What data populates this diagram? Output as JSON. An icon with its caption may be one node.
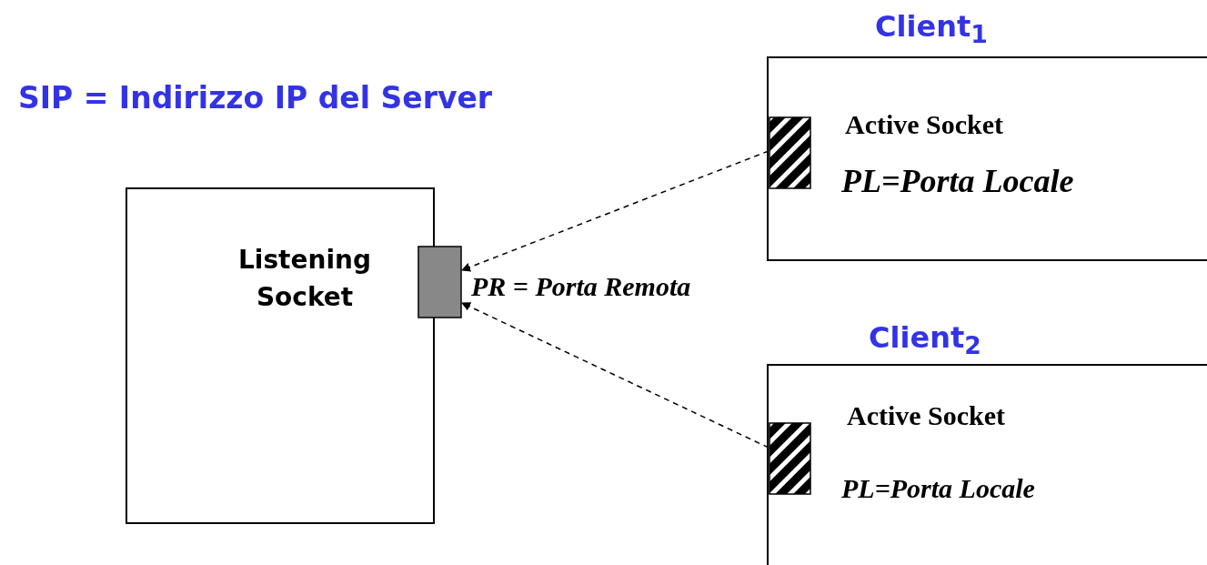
{
  "diagram": {
    "title": "SIP = Indirizzo IP del Server",
    "nodes": [
      {
        "text": [
          "Listening Socket"
        ]
      },
      {
        "text": [],
        "shape": "box"
      },
      {
        "text": [
          "Client$_{1}$",
          "Active Socket",
          "PL=Porta Locale"
        ]
      },
      {
        "text": [],
        "shape": "box",
        "in": 2
      },
      {
        "text": [
          "Client$_{2}$",
          "Active Socket",
          "PL=Porta Locale"
        ]
      },
      {
        "text": [],
        "shape": "box",
        "in": 4
      }
    ],
    "edges": [
      {
        "from": 3,
        "to": 1,
        "arrow": "to",
        "style": "dashed"
      },
      {
        "from": 5,
        "to": 1,
        "arrow": "to",
        "style": "dashed"
      }
    ],
    "labels": [
      "PR = Porta Remota"
    ]
  }
}
